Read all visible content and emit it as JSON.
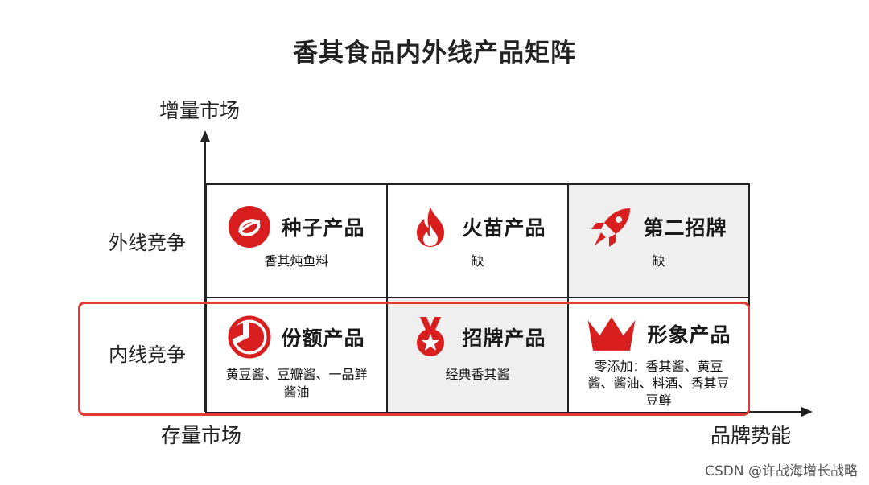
{
  "title": "香其食品内外线产品矩阵",
  "y_axis": {
    "top_label": "增量市场"
  },
  "x_axis": {
    "origin_label": "存量市场",
    "end_label": "品牌势能"
  },
  "rows": [
    {
      "label": "外线竞争"
    },
    {
      "label": "内线竞争"
    }
  ],
  "cells": {
    "seed": {
      "title": "种子产品",
      "desc": "香其炖鱼料",
      "icon": "seed-disc-icon"
    },
    "flame": {
      "title": "火苗产品",
      "desc": "缺",
      "icon": "flame-icon"
    },
    "second": {
      "title": "第二招牌",
      "desc": "缺",
      "icon": "rocket-icon"
    },
    "share": {
      "title": "份额产品",
      "desc": "黄豆酱、豆瓣酱、一品鲜酱油",
      "icon": "pie-chart-icon"
    },
    "signature": {
      "title": "招牌产品",
      "desc": "经典香其酱",
      "icon": "medal-star-icon"
    },
    "image": {
      "title": "形象产品",
      "desc": "零添加：香其酱、黄豆酱、酱油、料酒、香其豆豆鲜",
      "icon": "crown-icon"
    }
  },
  "colors": {
    "accent": "#d81e1e",
    "highlight_border": "#e53935",
    "gray_cell": "#efefef"
  },
  "watermark": "CSDN @许战海增长战略"
}
